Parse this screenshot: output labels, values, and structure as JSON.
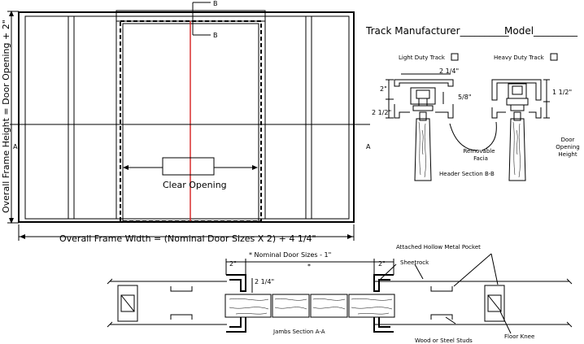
{
  "elevation": {
    "section_b": "B",
    "section_a": "A",
    "clear_opening": "Clear  Opening",
    "height_label": "Overall  Frame  Height  =  Door  Opening  +  2\"",
    "width_label": "Overall Frame Width = (Nominal Door Sizes X 2) + 4 1/4\""
  },
  "header_section": {
    "manufacturer_label": "Track Manufacturer__________",
    "model_label": "Model_________",
    "light_duty": "Light Duty Track",
    "heavy_duty": "Heavy Duty Track",
    "dim_2_1_4": "2 1/4\"",
    "dim_2": "2\"",
    "dim_5_8": "5/8\"",
    "dim_2_1_2": "2 1/2\"",
    "dim_1_1_2": "1 1/2\"",
    "removable_line1": "Removable",
    "removable_line2": "Facia",
    "door_opening_line1": "Door",
    "door_opening_line2": "Opening",
    "door_opening_line3": "Height",
    "caption": "Header Section B-B"
  },
  "jambs_section": {
    "dim_left_2": "2\"",
    "dim_right_2": "2\"",
    "nominal": "* Nominal Door Sizes - 1\"",
    "star": "*",
    "dim_2_1_4": "2 1/4\"",
    "attached_pocket": "Attached Hollow Metal Pocket",
    "sheetrock": "Sheetrock",
    "caption": "Jambs Section A-A",
    "studs": "Wood or Steel Studs",
    "floor_knee": "Floor Knee"
  }
}
